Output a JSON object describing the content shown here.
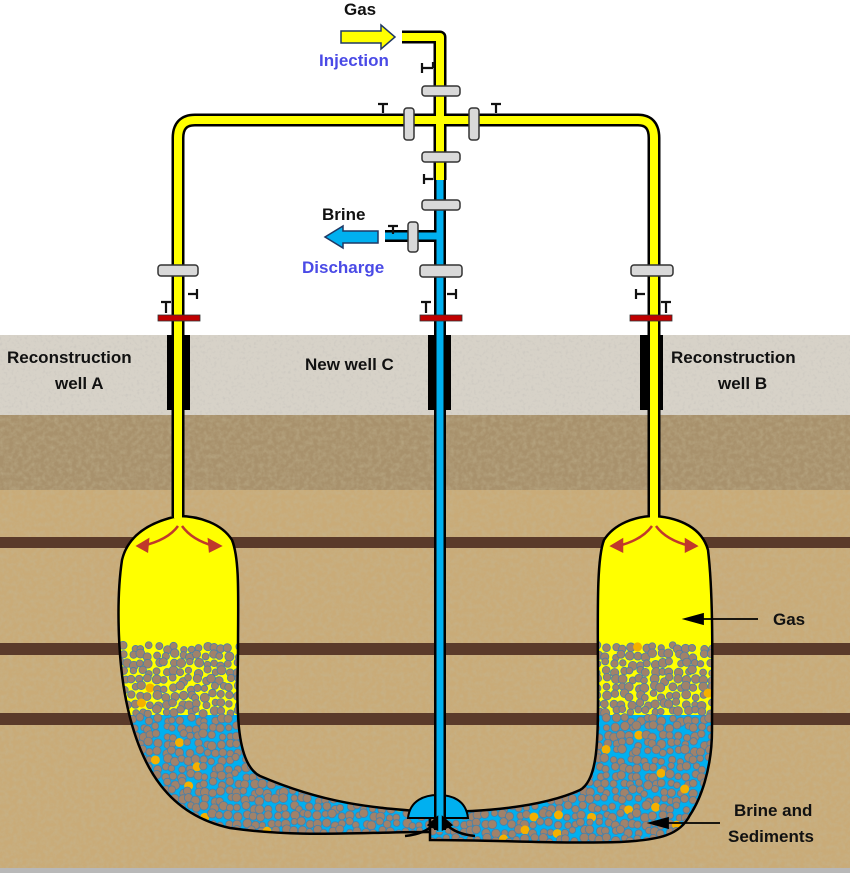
{
  "title": "Gas injection / brine discharge well system",
  "labels": {
    "gas_top": "Gas",
    "injection": "Injection",
    "brine_top": "Brine",
    "discharge": "Discharge",
    "well_a_line1": "Reconstruction",
    "well_a_line2": "well A",
    "well_c": "New well C",
    "well_b_line1": "Reconstruction",
    "well_b_line2": "well B",
    "gas_cavity": "Gas",
    "brine_line1": "Brine and",
    "brine_line2": "Sediments"
  },
  "colors": {
    "gas": "#ffff00",
    "brine": "#00b0f0",
    "sediment": "#a0826a",
    "sediment_edge": "#4a7fa8",
    "gravel": "#f5b000",
    "valve": "#d9d9d9",
    "flange_red": "#c00000",
    "strata": "#5a3a2a",
    "arrow_red": "#c0392b",
    "label_blue": "#4a4ae6"
  },
  "wells": [
    {
      "id": "A",
      "fluid": "gas"
    },
    {
      "id": "C",
      "fluid": "brine"
    },
    {
      "id": "B",
      "fluid": "gas"
    }
  ]
}
